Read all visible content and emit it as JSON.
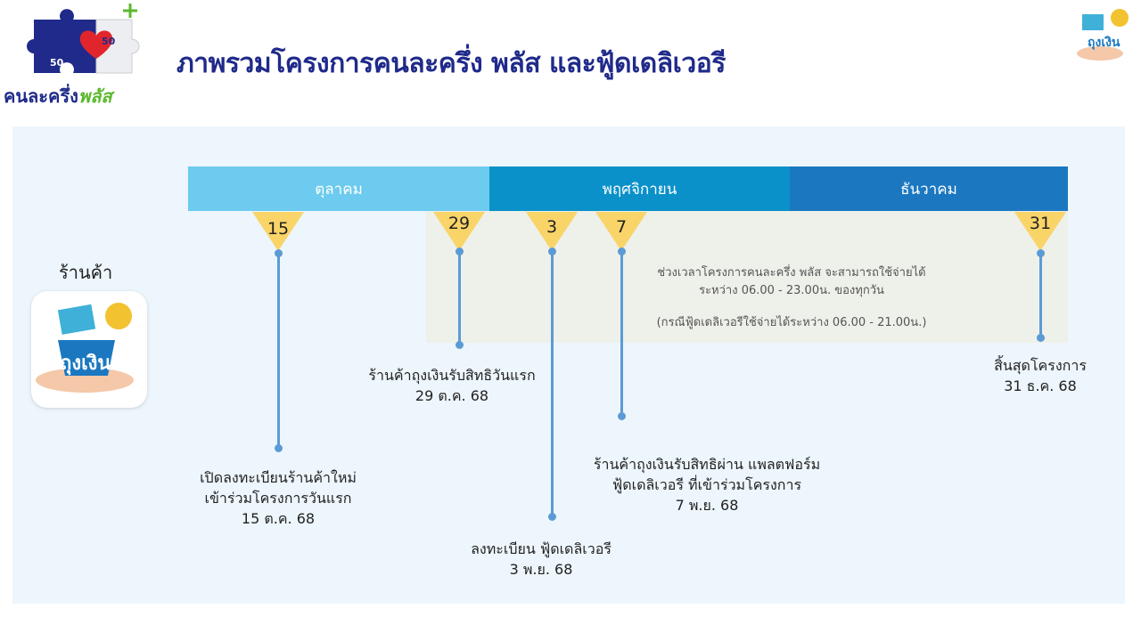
{
  "header": {
    "title": "ภาพรวมโครงการคนละครึ่ง พลัส และฟู้ดเดลิเวอรี",
    "logo_text_main": "คนละครึ่ง",
    "logo_text_plus": "พลัส",
    "logo_numbers": [
      "50",
      "50"
    ],
    "corner_logo_text": "ถุงเงิน"
  },
  "left": {
    "shop_label": "ร้านค้า",
    "app_name": "ถุงเงิน"
  },
  "months": [
    {
      "label": "ตุลาคม",
      "color": "#6ccbee"
    },
    {
      "label": "พฤศจิกายน",
      "color": "#0b91c9"
    },
    {
      "label": "ธันวาคม",
      "color": "#1b78c0"
    }
  ],
  "milestones": [
    {
      "day": "15",
      "lines": [
        "เปิดลงทะเบียนร้านค้าใหม่",
        "เข้าร่วมโครงการวันแรก",
        "15 ต.ค. 68"
      ]
    },
    {
      "day": "29",
      "lines": [
        "ร้านค้าถุงเงินรับสิทธิวันแรก",
        "29 ต.ค. 68"
      ]
    },
    {
      "day": "3",
      "lines": [
        "ลงทะเบียน ฟู้ดเดลิเวอรี",
        "3 พ.ย. 68"
      ]
    },
    {
      "day": "7",
      "lines": [
        "ร้านค้าถุงเงินรับสิทธิผ่าน แพลตฟอร์ม",
        "ฟู้ดเดลิเวอรี ที่เข้าร่วมโครงการ",
        "7 พ.ย. 68"
      ]
    },
    {
      "day": "31",
      "lines": [
        "สิ้นสุดโครงการ",
        "31 ธ.ค. 68"
      ]
    }
  ],
  "note": {
    "line1": "ช่วงเวลาโครงการคนละครึ่ง พลัส จะสามารถใช้จ่ายได้",
    "line2": "ระหว่าง 06.00 - 23.00น. ของทุกวัน",
    "line3": "(กรณีฟู้ดเดลิเวอรีใช้จ่ายได้ระหว่าง 06.00 - 21.00น.)"
  },
  "colors": {
    "triangle": "#f9d468",
    "line": "#5b9bd5",
    "title": "#1f2a8a"
  }
}
